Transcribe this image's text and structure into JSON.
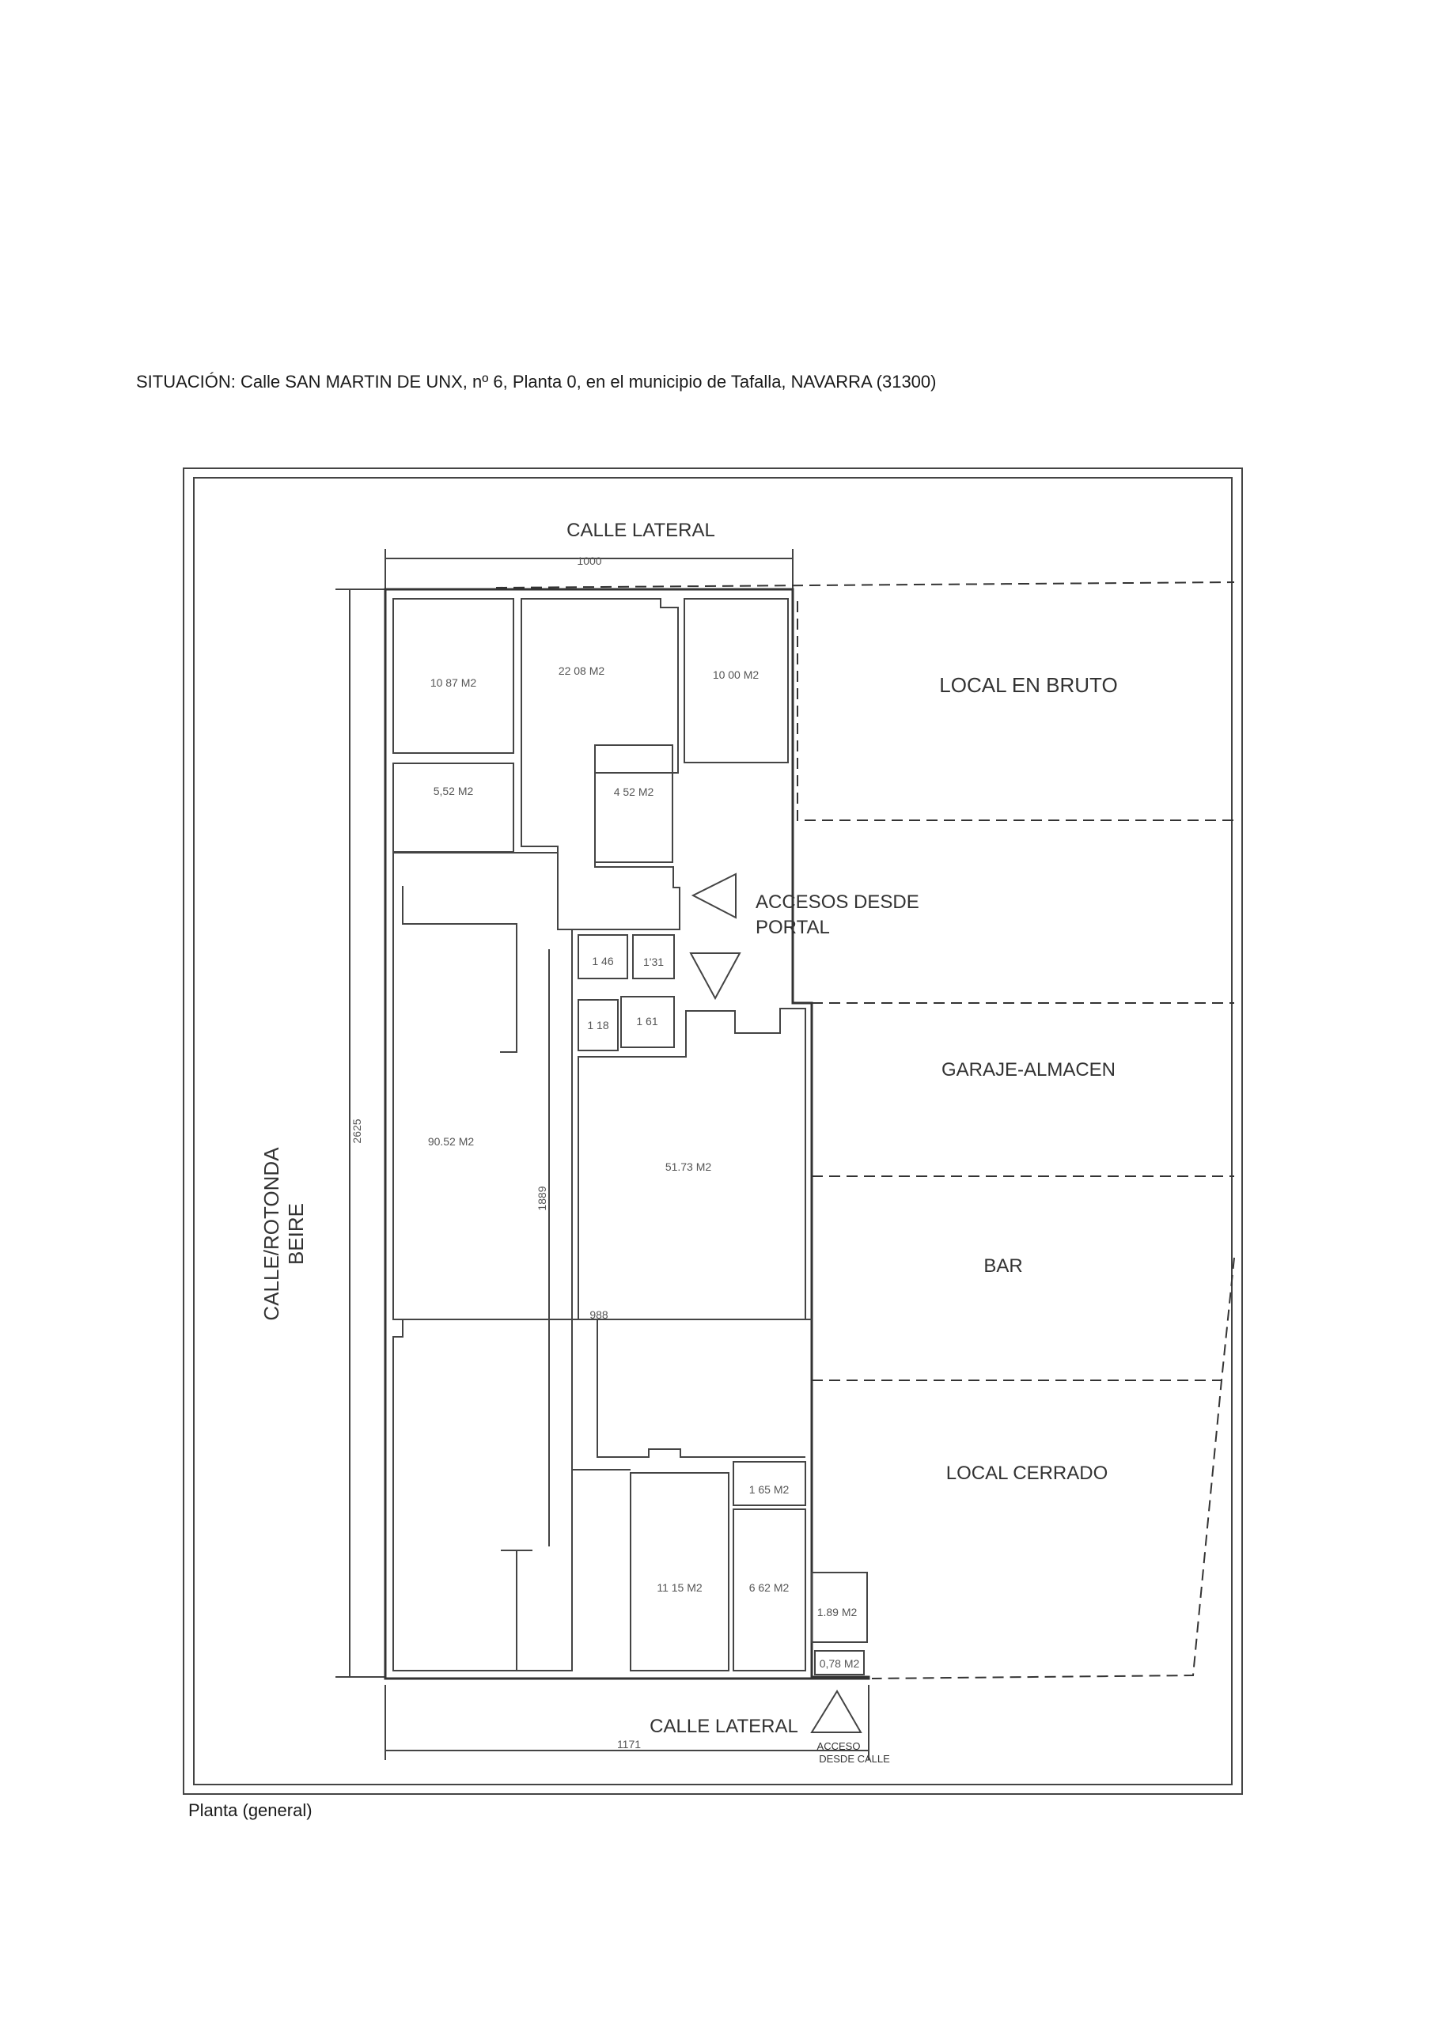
{
  "header": {
    "situacion": "SITUACIÓN: Calle SAN MARTIN DE UNX, nº 6, Planta 0, en el municipio de Tafalla, NAVARRA (31300)"
  },
  "plan": {
    "street_top": "CALLE LATERAL",
    "street_bottom": "CALLE LATERAL",
    "street_left_1": "CALLE/ROTONDA",
    "street_left_2": "BEIRE",
    "dim_top": "1000",
    "dim_bottom": "1171",
    "dim_left": "2625",
    "dim_inner_vertical": "1889",
    "dim_inner_horizontal": "988",
    "neighbors": {
      "local_bruto": "LOCAL EN BRUTO",
      "garaje": "GARAJE-ALMACEN",
      "bar": "BAR",
      "local_cerrado": "LOCAL CERRADO"
    },
    "access_portal_1": "ACCESOS DESDE",
    "access_portal_2": "PORTAL",
    "access_calle_1": "ACCESO",
    "access_calle_2": "DESDE CALLE",
    "areas": {
      "r1087": "10 87 M2",
      "r2208": "22 08 M2",
      "r1000": "10 00 M2",
      "r552": "5,52 M2",
      "r452": "4 52 M2",
      "r146": "1 46",
      "r131": "1'31",
      "r118": "1 18",
      "r161": "1 61",
      "r9052": "90.52 M2",
      "r5173": "51.73 M2",
      "r165": "1 65 M2",
      "r1115": "11 15 M2",
      "r662": "6 62 M2",
      "r189": "1.89 M2",
      "r078": "0,78 M2"
    }
  },
  "caption": "Planta (general)"
}
